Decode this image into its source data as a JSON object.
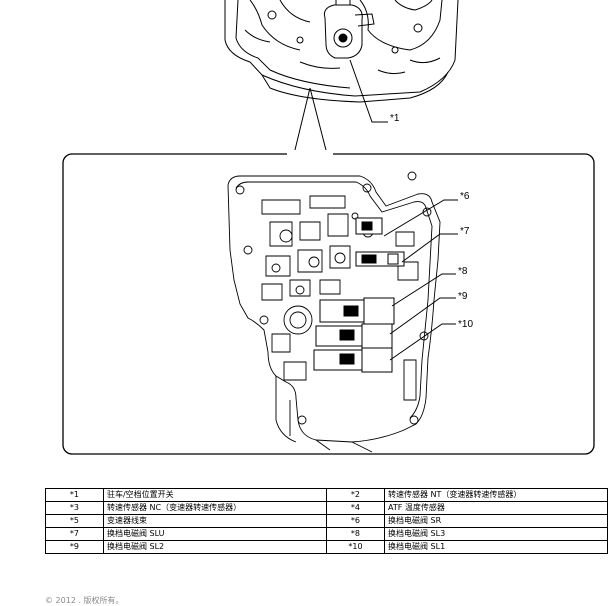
{
  "callouts": {
    "c1": "*1",
    "c6": "*6",
    "c7": "*7",
    "c8": "*8",
    "c9": "*9",
    "c10": "*10"
  },
  "legend": [
    {
      "code_a": "*1",
      "desc_a": "驻车/空档位置开关",
      "code_b": "*2",
      "desc_b": "转速传感器 NT（变速器转速传感器）"
    },
    {
      "code_a": "*3",
      "desc_a": "转速传感器 NC（变速器转速传感器）",
      "code_b": "*4",
      "desc_b": "ATF 温度传感器"
    },
    {
      "code_a": "*5",
      "desc_a": "变速器线束",
      "code_b": "*6",
      "desc_b": "换档电磁阀 SR"
    },
    {
      "code_a": "*7",
      "desc_a": "换档电磁阀 SLU",
      "code_b": "*8",
      "desc_b": "换档电磁阀 SL3"
    },
    {
      "code_a": "*9",
      "desc_a": "换档电磁阀 SL2",
      "code_b": "*10",
      "desc_b": "换档电磁阀 SL1"
    }
  ],
  "copyright": "© 2012 . 版权所有。"
}
